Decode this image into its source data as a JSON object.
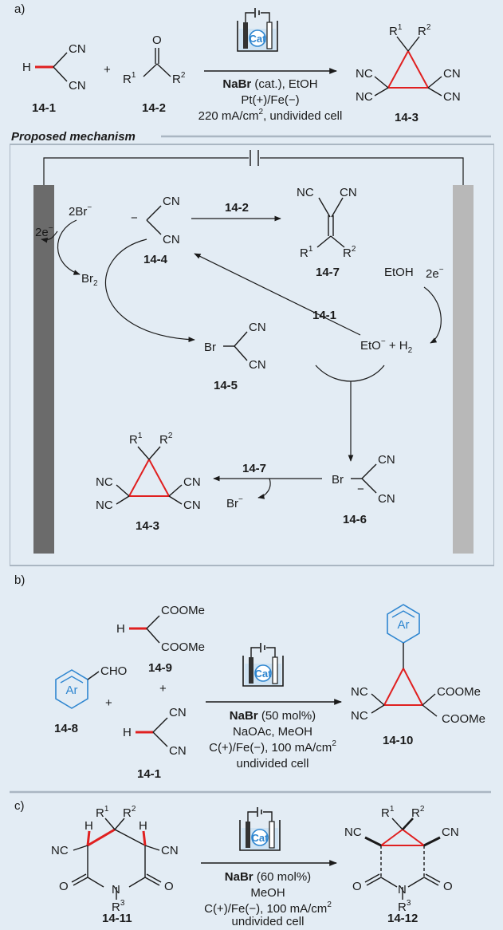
{
  "sections": {
    "a": "a)",
    "b": "b)",
    "c": "c)"
  },
  "cell_icon": {
    "label": "Cat",
    "color": "#2f86d0"
  },
  "colors": {
    "background": "#e3ecf4",
    "highlight_bond": "#e02020",
    "ar_ring": "#2f86d0",
    "electrode_dark": "#6b6b6b",
    "electrode_light": "#b8b8b8",
    "divider": "#aab6c2"
  },
  "scheme_a": {
    "reactant1": {
      "label": "14-1",
      "h": "H",
      "cn_top": "CN",
      "cn_bottom": "CN"
    },
    "plus": "+",
    "reactant2": {
      "label": "14-2",
      "o": "O",
      "r1": "R",
      "r1_sup": "1",
      "r2": "R",
      "r2_sup": "2"
    },
    "conditions": {
      "reagent_bold": "NaBr",
      "reagent_rest": " (cat.), EtOH",
      "electrodes": "Pt(+)/Fe(−)",
      "current": "220 mA/cm",
      "current_sup": "2",
      "cell": ", undivided cell"
    },
    "product": {
      "label": "14-3",
      "r1": "R",
      "r1_sup": "1",
      "r2": "R",
      "r2_sup": "2",
      "cn": [
        "NC",
        "CN",
        "NC",
        "CN"
      ]
    }
  },
  "mechanism": {
    "title": "Proposed mechanism",
    "anode": {
      "electrons": "2e",
      "electrons_sup": "−",
      "bromide": "2Br",
      "bromide_sup": "−",
      "bromine": "Br",
      "bromine_sub": "2"
    },
    "cathode": {
      "electrons": "2e",
      "electrons_sup": "−",
      "ethanol": "EtOH",
      "products": "EtO",
      "products_sup": "−",
      "products_rest": " + H",
      "products_sub": "2"
    },
    "c14_4": {
      "label": "14-4",
      "charge": "−",
      "cn": [
        "CN",
        "CN"
      ]
    },
    "c14_7": {
      "label": "14-7",
      "cn": [
        "NC",
        "CN"
      ],
      "r1": "R",
      "r1_sup": "1",
      "r2": "R",
      "r2_sup": "2"
    },
    "c14_5": {
      "label": "14-5",
      "br": "Br",
      "cn": [
        "CN",
        "CN"
      ]
    },
    "c14_6": {
      "label": "14-6",
      "br": "Br",
      "charge": "−",
      "cn": [
        "CN",
        "CN"
      ]
    },
    "c14_3": {
      "label": "14-3",
      "r1": "R",
      "r1_sup": "1",
      "r2": "R",
      "r2_sup": "2",
      "cn": [
        "NC",
        "CN",
        "NC",
        "CN"
      ]
    },
    "arrow_14_2": "14-2",
    "arrow_14_1": "14-1",
    "arrow_14_7": "14-7",
    "br_release": "Br",
    "br_release_sup": "−"
  },
  "scheme_b": {
    "aldehyde": {
      "label": "14-8",
      "ar": "Ar",
      "cho": "CHO"
    },
    "malonate": {
      "label": "14-9",
      "h": "H",
      "ester_top": "COOMe",
      "ester_bottom": "COOMe"
    },
    "plus1": "+",
    "plus2": "+",
    "nitrile": {
      "label": "14-1",
      "h": "H",
      "cn_top": "CN",
      "cn_bottom": "CN"
    },
    "conditions": {
      "reagent_bold": "NaBr",
      "reagent_rest": " (50 mol%)",
      "additive": "NaOAc, MeOH",
      "electrodes": "C(+)/Fe(−), 100 mA/cm",
      "electrodes_sup": "2",
      "cell": "undivided cell"
    },
    "product": {
      "label": "14-10",
      "ar": "Ar",
      "nc1": "NC",
      "nc2": "NC",
      "ester1": "COOMe",
      "ester2": "COOMe"
    }
  },
  "scheme_c": {
    "reactant": {
      "label": "14-11",
      "h1": "H",
      "h2": "H",
      "nc": "NC",
      "cn": "CN",
      "o1": "O",
      "o2": "O",
      "n": "N",
      "r1": "R",
      "r1_sup": "1",
      "r2": "R",
      "r2_sup": "2",
      "r3": "R",
      "r3_sup": "3"
    },
    "conditions": {
      "reagent_bold": "NaBr",
      "reagent_rest": " (60 mol%)",
      "solvent": "MeOH",
      "electrodes": "C(+)/Fe(−), 100 mA/cm",
      "electrodes_sup": "2",
      "cell": "undivided cell"
    },
    "product": {
      "label": "14-12",
      "nc": "NC",
      "cn": "CN",
      "o1": "O",
      "o2": "O",
      "n": "N",
      "r1": "R",
      "r1_sup": "1",
      "r2": "R",
      "r2_sup": "2",
      "r3": "R",
      "r3_sup": "3"
    }
  }
}
